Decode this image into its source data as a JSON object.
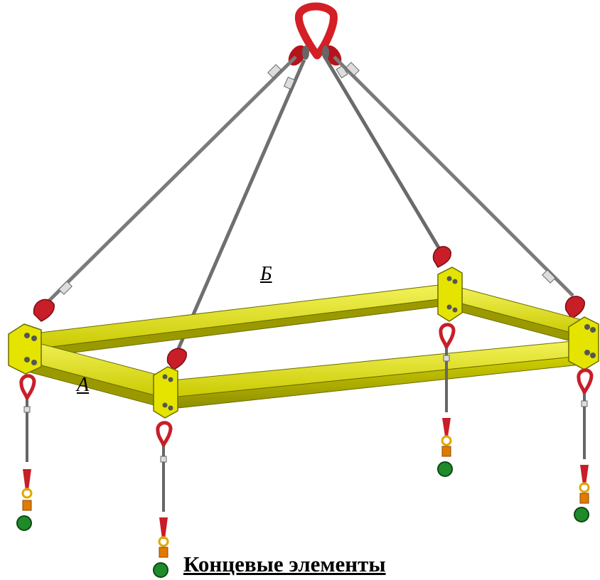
{
  "labels": {
    "a": "А",
    "b": "Б"
  },
  "caption": "Концевые элементы",
  "colors": {
    "beam": "#d9d900",
    "beam_dark": "#8f8f00",
    "rope": "#7c7c7c",
    "rope_dark": "#444444",
    "ring": "#d41f26",
    "thimble": "#c81e28",
    "hook": "#1f8a2a",
    "swivel": "#e0a800"
  }
}
